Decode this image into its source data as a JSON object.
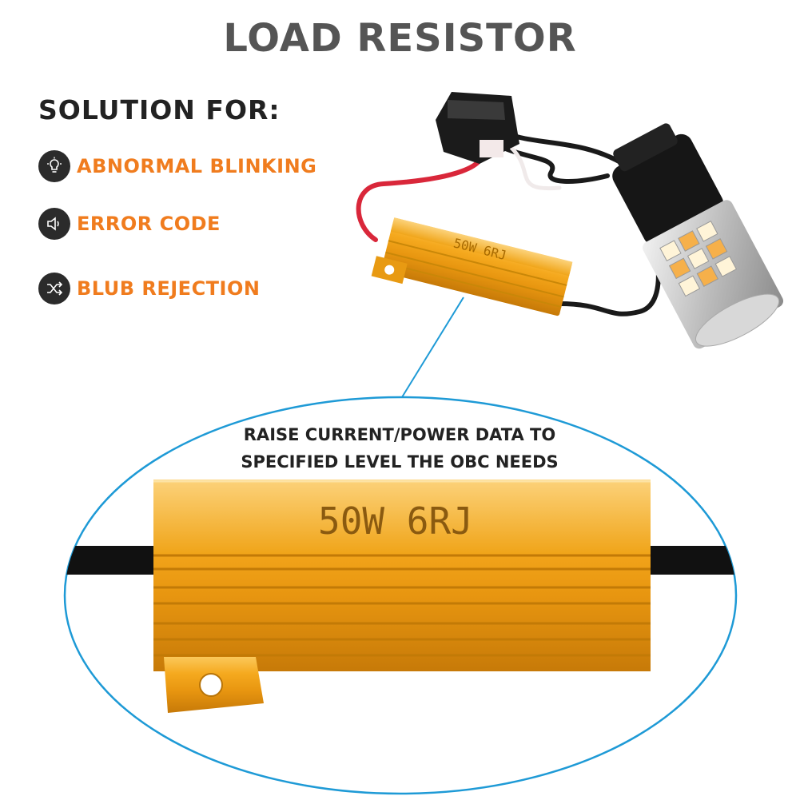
{
  "title": "LOAD RESISTOR",
  "subtitle": "SOLUTION FOR:",
  "features": [
    {
      "label": "ABNORMAL BLINKING",
      "icon": "lightbulb-icon"
    },
    {
      "label": "ERROR CODE",
      "icon": "speaker-icon"
    },
    {
      "label": "BLUB REJECTION",
      "icon": "shuffle-icon"
    }
  ],
  "caption": {
    "line1": "RAISE CURRENT/POWER DATA TO",
    "line2": "SPECIFIED LEVEL THE OBC NEEDS"
  },
  "resistor_marking": "50W 6RJ",
  "colors": {
    "accent": "#f07c1e",
    "title": "#555555",
    "callout": "#1e9ad6",
    "gold": "#f2a81c"
  }
}
